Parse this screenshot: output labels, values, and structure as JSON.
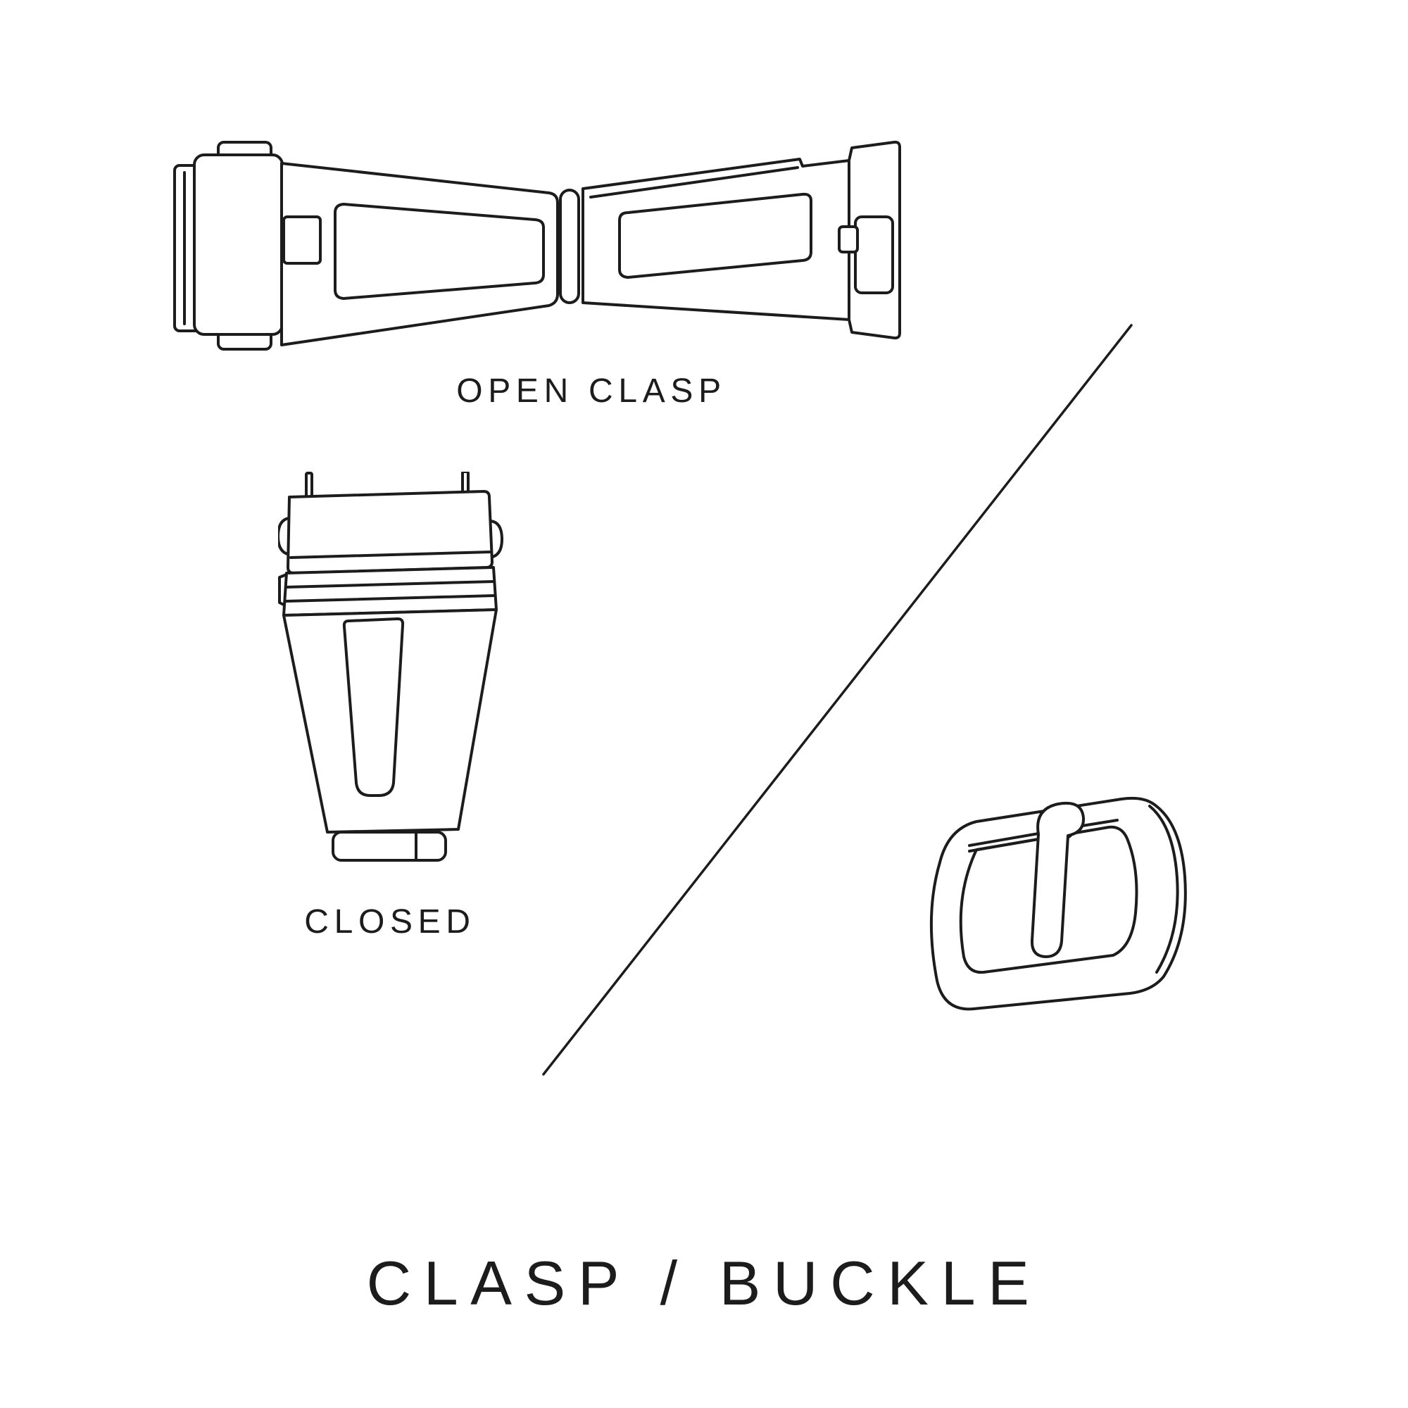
{
  "title": "CLASP / BUCKLE",
  "labels": {
    "open_clasp": "OPEN CLASP",
    "closed": "CLOSED"
  },
  "illustrations": [
    {
      "name": "open-clasp-illustration",
      "description": "deployant clasp shown open, top view"
    },
    {
      "name": "closed-clasp-illustration",
      "description": "deployant clasp shown closed, top view"
    },
    {
      "name": "tang-buckle-illustration",
      "description": "pin buckle with tongue, perspective view"
    }
  ],
  "colors": {
    "line": "#1c1c1c",
    "background": "#ffffff"
  }
}
